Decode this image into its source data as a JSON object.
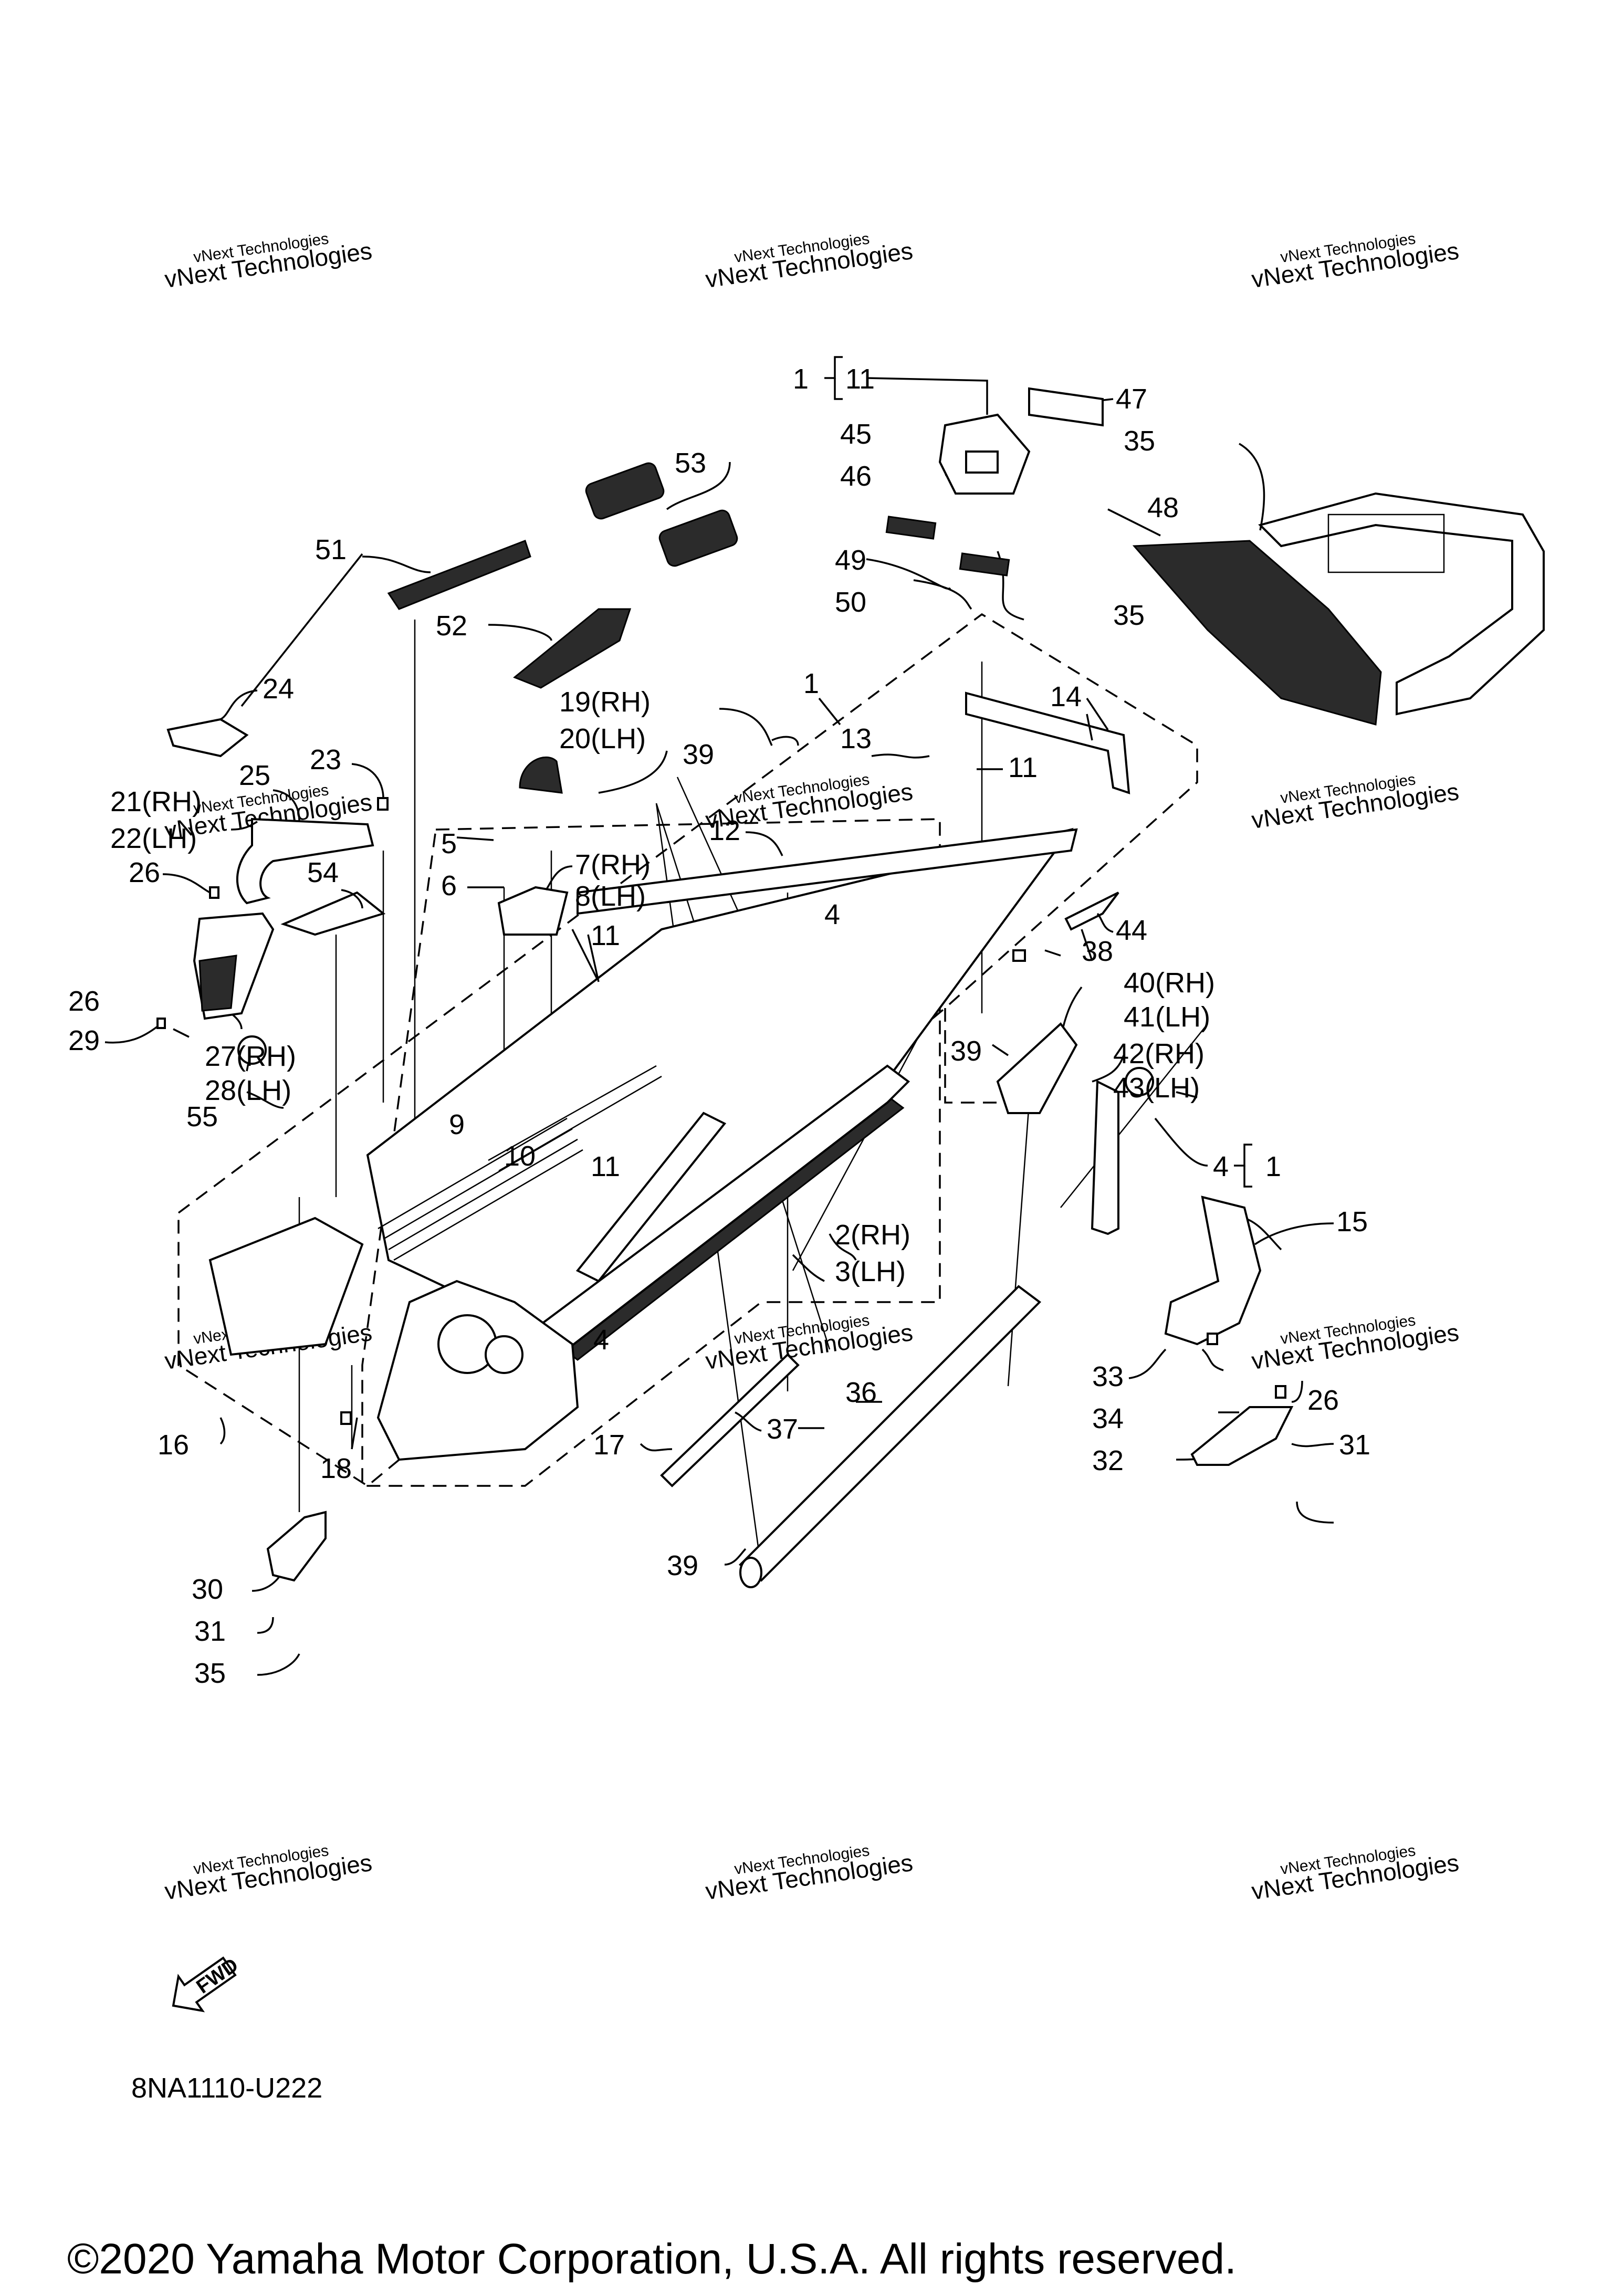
{
  "diagram": {
    "code": "8NA1110-U222",
    "copyright": "©2020 Yamaha Motor Corporation, U.S.A. All rights reserved.",
    "fwd_label": "FWD",
    "watermark_line1": "vNext Technologies",
    "watermark_line2": "vNext Technologies",
    "callouts": [
      {
        "id": "c1a",
        "text": "1"
      },
      {
        "id": "c11a",
        "text": "11"
      },
      {
        "id": "c47",
        "text": "47"
      },
      {
        "id": "c45",
        "text": "45"
      },
      {
        "id": "c35a",
        "text": "35"
      },
      {
        "id": "c46",
        "text": "46"
      },
      {
        "id": "c53",
        "text": "53"
      },
      {
        "id": "c48",
        "text": "48"
      },
      {
        "id": "c51",
        "text": "51"
      },
      {
        "id": "c49",
        "text": "49"
      },
      {
        "id": "c50",
        "text": "50"
      },
      {
        "id": "c35b",
        "text": "35"
      },
      {
        "id": "c52",
        "text": "52"
      },
      {
        "id": "c19",
        "text": "19(RH)"
      },
      {
        "id": "c20",
        "text": "20(LH)"
      },
      {
        "id": "c1b",
        "text": "1"
      },
      {
        "id": "c24",
        "text": "24"
      },
      {
        "id": "c14",
        "text": "14"
      },
      {
        "id": "c13",
        "text": "13"
      },
      {
        "id": "c39a",
        "text": "39"
      },
      {
        "id": "c23",
        "text": "23"
      },
      {
        "id": "c25",
        "text": "25"
      },
      {
        "id": "c11b",
        "text": "11"
      },
      {
        "id": "c21",
        "text": "21(RH)"
      },
      {
        "id": "c22",
        "text": "22(LH)"
      },
      {
        "id": "c12",
        "text": "12"
      },
      {
        "id": "c5",
        "text": "5"
      },
      {
        "id": "c7",
        "text": "7(RH)"
      },
      {
        "id": "c26a",
        "text": "26"
      },
      {
        "id": "c54",
        "text": "54"
      },
      {
        "id": "c6",
        "text": "6"
      },
      {
        "id": "c8",
        "text": "8(LH)"
      },
      {
        "id": "c4a",
        "text": "4"
      },
      {
        "id": "c44",
        "text": "44"
      },
      {
        "id": "c11c",
        "text": "11"
      },
      {
        "id": "c38",
        "text": "38"
      },
      {
        "id": "c40",
        "text": "40(RH)"
      },
      {
        "id": "c26b",
        "text": "26"
      },
      {
        "id": "c41",
        "text": "41(LH)"
      },
      {
        "id": "c29",
        "text": "29"
      },
      {
        "id": "c27",
        "text": "27(RH)"
      },
      {
        "id": "c39b",
        "text": "39"
      },
      {
        "id": "c42",
        "text": "42(RH)"
      },
      {
        "id": "c28",
        "text": "28(LH)"
      },
      {
        "id": "c43",
        "text": "43(LH)"
      },
      {
        "id": "c9",
        "text": "9"
      },
      {
        "id": "c55",
        "text": "55"
      },
      {
        "id": "c4b",
        "text": "4"
      },
      {
        "id": "c1c",
        "text": "1"
      },
      {
        "id": "c10",
        "text": "10"
      },
      {
        "id": "c11d",
        "text": "11"
      },
      {
        "id": "c15",
        "text": "15"
      },
      {
        "id": "c2",
        "text": "2(RH)"
      },
      {
        "id": "c3",
        "text": "3(LH)"
      },
      {
        "id": "c4c",
        "text": "4"
      },
      {
        "id": "c33",
        "text": "33"
      },
      {
        "id": "c36",
        "text": "36"
      },
      {
        "id": "c26c",
        "text": "26"
      },
      {
        "id": "c34",
        "text": "34"
      },
      {
        "id": "c37",
        "text": "37"
      },
      {
        "id": "c16",
        "text": "16"
      },
      {
        "id": "c17",
        "text": "17"
      },
      {
        "id": "c31a",
        "text": "31"
      },
      {
        "id": "c18",
        "text": "18"
      },
      {
        "id": "c32",
        "text": "32"
      },
      {
        "id": "c39c",
        "text": "39"
      },
      {
        "id": "c30",
        "text": "30"
      },
      {
        "id": "c31b",
        "text": "31"
      },
      {
        "id": "c35c",
        "text": "35"
      }
    ]
  }
}
